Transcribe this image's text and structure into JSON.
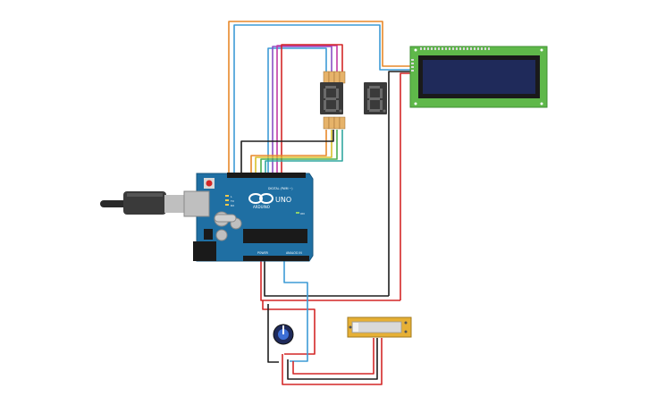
{
  "board": {
    "logo_text": "ARDUINO",
    "model_text": "UNO",
    "digital_header": "DIGITAL (PWM ~)",
    "power_header": "POWER",
    "analog_header": "ANALOG IN",
    "tx_label": "TX",
    "rx_label": "RX",
    "l_label": "L",
    "on_label": "ON"
  },
  "colors": {
    "wire_orange": "#e8892a",
    "wire_blue": "#3d9bd6",
    "wire_black": "#1e1e1e",
    "wire_red": "#d32727",
    "wire_purple": "#8a4fc4",
    "wire_magenta": "#c23aa6",
    "wire_yellow": "#d8c02a",
    "wire_green": "#4caf50",
    "wire_teal": "#31a7a0",
    "board_blue": "#1f6fa3",
    "lcd_green": "#5fb84a",
    "lcd_screen": "#1f2a5a",
    "seg_body": "#3a3a3a"
  },
  "icons": {
    "usb": "usb-cable-icon",
    "potentiometer": "potentiometer-icon",
    "seven_segment": "seven-segment-display-icon",
    "lcd": "lcd-display-icon",
    "slide_pot": "slide-potentiometer-icon"
  }
}
